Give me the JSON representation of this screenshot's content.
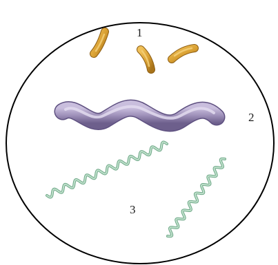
{
  "figure": {
    "groups": [
      {
        "number": "1",
        "shape": "curved-rod"
      },
      {
        "number": "2",
        "shape": "spiral"
      },
      {
        "number": "3",
        "shape": "spirochete"
      }
    ],
    "colors": {
      "outline": "#000000",
      "vibrio_fill": "#d9a032",
      "vibrio_shade": "#a8731a",
      "spirillum_fill": "#9d8fb8",
      "spirillum_shade": "#6d5f8c",
      "spirochete_fill": "#a9d3b8",
      "spirochete_shade": "#6fa888"
    }
  }
}
